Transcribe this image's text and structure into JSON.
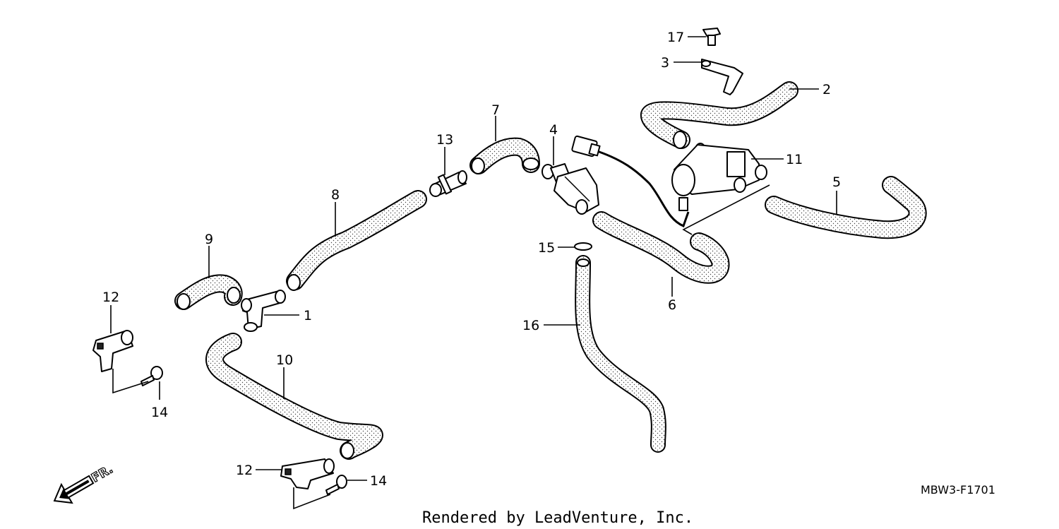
{
  "diagram": {
    "callouts": {
      "c1": "1",
      "c2": "2",
      "c3": "3",
      "c4": "4",
      "c5": "5",
      "c6": "6",
      "c7": "7",
      "c8": "8",
      "c9": "9",
      "c10": "10",
      "c11": "11",
      "c12a": "12",
      "c12b": "12",
      "c13": "13",
      "c14a": "14",
      "c14b": "14",
      "c15": "15",
      "c16": "16",
      "c17": "17"
    },
    "direction_label": "FR.",
    "diagram_code": "MBW3-F1701",
    "footer_text": "Rendered by LeadVenture, Inc."
  }
}
